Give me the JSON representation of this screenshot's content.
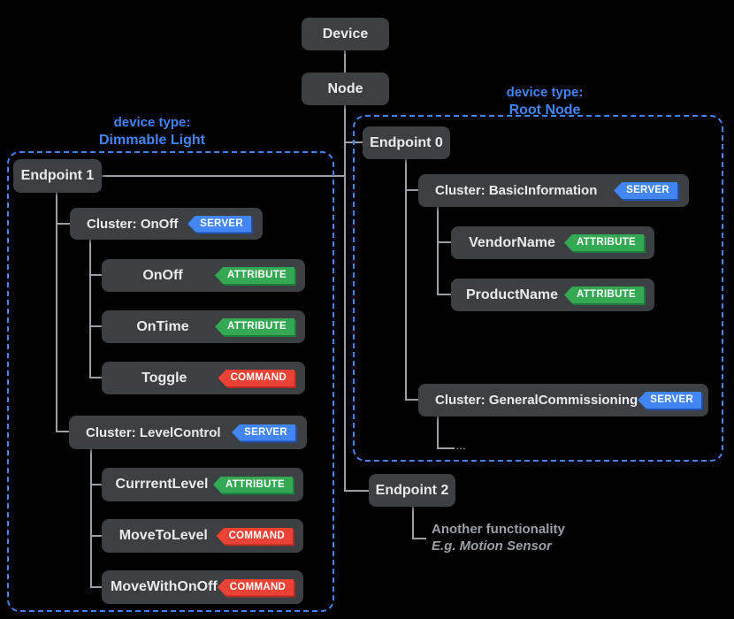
{
  "diagram": {
    "root": {
      "device": "Device",
      "node": "Node"
    },
    "right_group": {
      "type_caption": "device type:",
      "type_name": "Root Node",
      "endpoint": "Endpoint 0",
      "cluster_basic": {
        "label": "Cluster: BasicInformation",
        "badge": "SERVER"
      },
      "vendor": {
        "label": "VendorName",
        "badge": "ATTRIBUTE"
      },
      "product": {
        "label": "ProductName",
        "badge": "ATTRIBUTE"
      },
      "cluster_commissioning": {
        "label": "Cluster: GeneralCommissioning",
        "badge": "SERVER"
      },
      "ellipsis": "..."
    },
    "left_group": {
      "type_caption": "device type:",
      "type_name": "Dimmable Light",
      "endpoint": "Endpoint 1",
      "cluster_onoff": {
        "label": "Cluster: OnOff",
        "badge": "SERVER"
      },
      "attr_onoff": {
        "label": "OnOff",
        "badge": "ATTRIBUTE"
      },
      "attr_ontime": {
        "label": "OnTime",
        "badge": "ATTRIBUTE"
      },
      "cmd_toggle": {
        "label": "Toggle",
        "badge": "COMMAND"
      },
      "cluster_level": {
        "label": "Cluster: LevelControl",
        "badge": "SERVER"
      },
      "attr_current": {
        "label": "CurrrentLevel",
        "badge": "ATTRIBUTE"
      },
      "cmd_movetolevel": {
        "label": "MoveToLevel",
        "badge": "COMMAND"
      },
      "cmd_movewithonoff": {
        "label": "MoveWithOnOff",
        "badge": "COMMAND"
      }
    },
    "endpoint2": {
      "label": "Endpoint 2",
      "note_line1": "Another functionality",
      "note_line2": "E.g. Motion Sensor"
    },
    "colors": {
      "background": "#000000",
      "box": "#3c4043",
      "text": "#e8eaed",
      "accent_blue": "#4285f4",
      "badge_server": "#4285f4",
      "badge_attribute": "#34a853",
      "badge_command": "#ea4335",
      "connector": "#9aa0a6",
      "note_text": "#9aa0a6"
    }
  }
}
